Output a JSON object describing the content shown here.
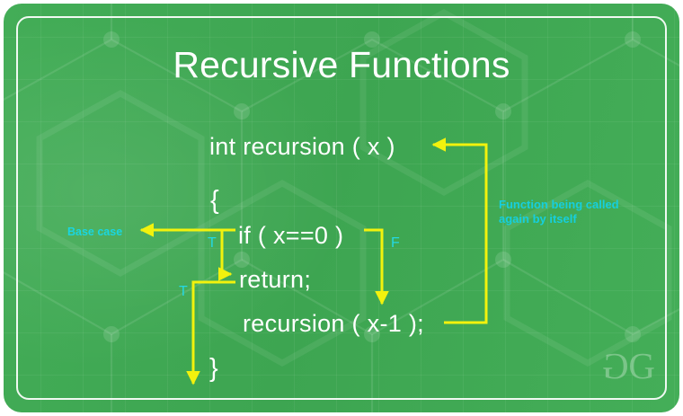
{
  "card": {
    "title": "Recursive Functions",
    "background_color": "#3faa53",
    "border_color": "#ffffff",
    "page_background": "#ffffff"
  },
  "code": {
    "signature": "int recursion ( x )",
    "open_brace": "{",
    "if_statement": "if ( x==0 )",
    "return_statement": "return;",
    "recursive_call": "recursion ( x-1 );",
    "close_brace": "}",
    "text_color": "#ffffff"
  },
  "annotations": {
    "base_case": "Base case",
    "callout_line1": "Function being called",
    "callout_line2": "again by itself",
    "branch_true_if": "T",
    "branch_true_return": "T",
    "branch_false_if": "F",
    "text_color": "#1ad6e0",
    "arrow_color": "#f2f20d"
  },
  "logo": {
    "mark_left": "G",
    "mark_right": "G",
    "color": "rgba(255,255,255,0.30)"
  }
}
